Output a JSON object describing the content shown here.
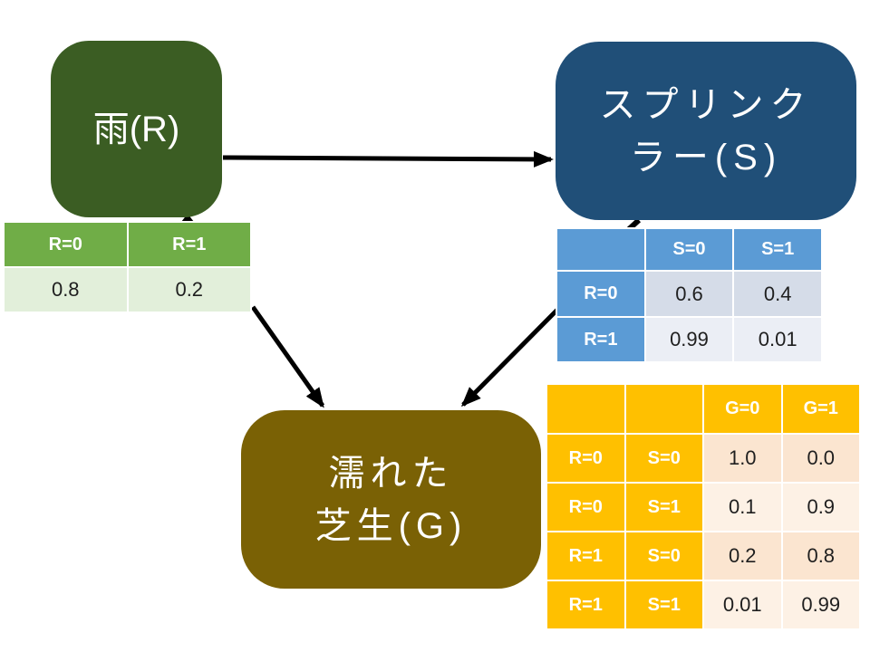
{
  "nodes": {
    "rain": {
      "label": "雨(R)",
      "color": "#3B5D23"
    },
    "sprinkler": {
      "lines": [
        "スプリンク",
        "ラー(S)"
      ],
      "color": "#204F78"
    },
    "wet_grass": {
      "lines": [
        "濡れた",
        "芝生(G)"
      ],
      "color": "#7A6105"
    }
  },
  "edges": [
    {
      "from": "rain",
      "to": "sprinkler"
    },
    {
      "from": "rain",
      "to": "wet_grass"
    },
    {
      "from": "sprinkler",
      "to": "wet_grass"
    }
  ],
  "tables": {
    "rain_cpt": {
      "headers": [
        "R=0",
        "R=1"
      ],
      "values": [
        "0.8",
        "0.2"
      ],
      "header_color": "#70AD47",
      "body_color": "#E2EFDA"
    },
    "sprinkler_cpt": {
      "col_headers": [
        "S=0",
        "S=1"
      ],
      "rows": [
        {
          "header": "R=0",
          "values": [
            "0.6",
            "0.4"
          ]
        },
        {
          "header": "R=1",
          "values": [
            "0.99",
            "0.01"
          ]
        }
      ],
      "header_color": "#5B9BD5",
      "band_colors": [
        "#D5DCE8",
        "#EBEEF5"
      ]
    },
    "grass_cpt": {
      "col_headers": [
        "G=0",
        "G=1"
      ],
      "rows": [
        {
          "r": "R=0",
          "s": "S=0",
          "values": [
            "1.0",
            "0.0"
          ]
        },
        {
          "r": "R=0",
          "s": "S=1",
          "values": [
            "0.1",
            "0.9"
          ]
        },
        {
          "r": "R=1",
          "s": "S=0",
          "values": [
            "0.2",
            "0.8"
          ]
        },
        {
          "r": "R=1",
          "s": "S=1",
          "values": [
            "0.01",
            "0.99"
          ]
        }
      ],
      "header_color": "#FFC000",
      "band_colors": [
        "#FBE5D0",
        "#FDF1E5"
      ]
    }
  },
  "arrow_color": "#000000"
}
